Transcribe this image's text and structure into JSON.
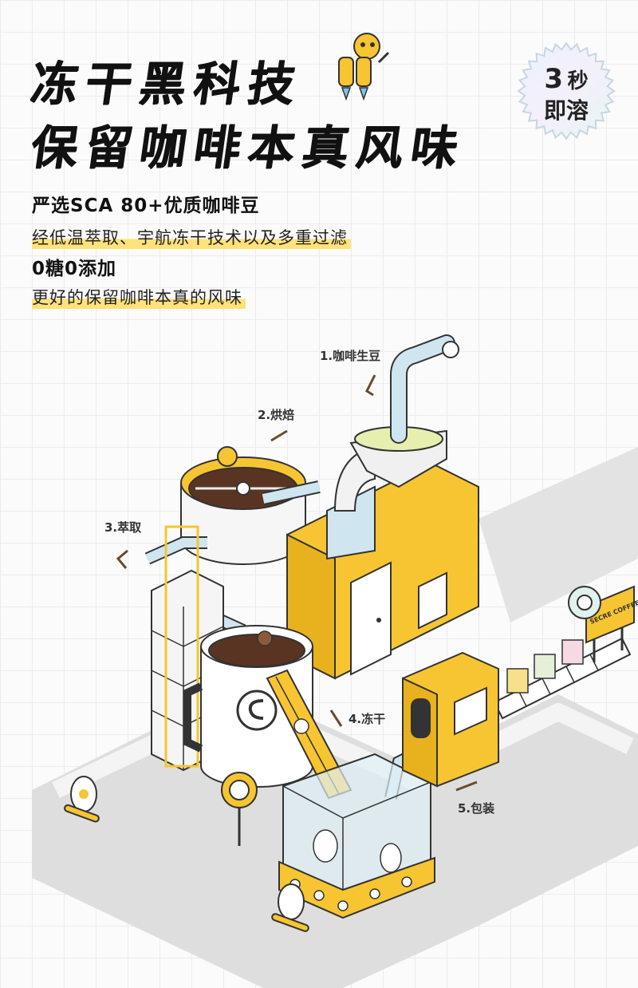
{
  "headline": {
    "line1": "冻干黑科技",
    "line2": "保留咖啡本真风味"
  },
  "badge": {
    "number": "3",
    "unit": "秒",
    "text": "即溶"
  },
  "copy": {
    "line1": "严选SCA 80+优质咖啡豆",
    "line2": "经低温萃取、宇航冻干技术以及多重过滤",
    "line3": "0糖0添加",
    "line4": "更好的保留咖啡本真的风味"
  },
  "steps": {
    "s1": "1.咖啡生豆",
    "s2": "2.烘焙",
    "s3": "3.萃取",
    "s4": "4.冻干",
    "s5": "5.包装"
  },
  "sign": {
    "text": "SECRE COFFEE"
  },
  "colors": {
    "yellow": "#f7c531",
    "light_yellow": "#ffe27a",
    "pipe_blue": "#cfe6f0",
    "coffee": "#5a3422",
    "road": "#dadada"
  }
}
